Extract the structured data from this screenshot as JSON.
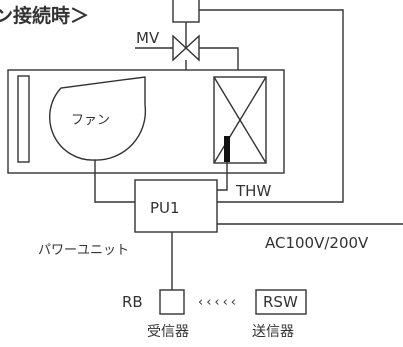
{
  "header": {
    "title_fragment": "ン接続時＞"
  },
  "labels": {
    "valve": "MV",
    "fan": "ファン",
    "power_unit": "PU1",
    "thermistor": "THW",
    "power_unit_caption": "パワーユニット",
    "supply_voltage": "AC100V/200V",
    "receiver_code": "RB",
    "receiver_caption": "受信器",
    "signal_arrows": "‹‹‹‹‹",
    "transmitter_code": "RSW",
    "transmitter_caption": "送信器"
  },
  "colors": {
    "line": "#333333",
    "background": "#ffffff",
    "heater": "#111111"
  }
}
